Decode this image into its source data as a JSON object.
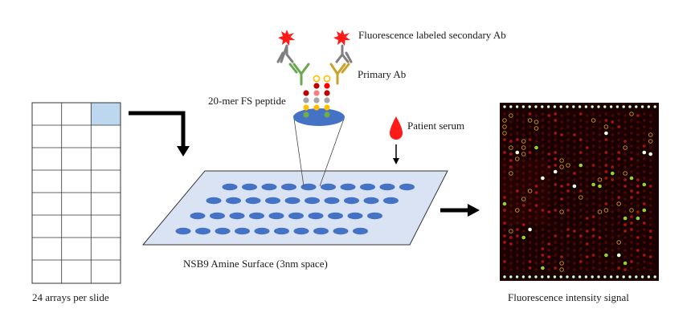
{
  "labels": {
    "arrays_per_slide": "24 arrays per slide",
    "secondary_ab": "Fluorescence labeled secondary Ab",
    "primary_ab": "Primary Ab",
    "peptide": "20-mer FS peptide",
    "patient_serum": "Patient serum",
    "surface": "NSB9 Amine Surface (3nm space)",
    "signal": "Fluorescence intensity signal"
  },
  "slide_grid": {
    "columns": 3,
    "rows": 8,
    "highlighted_cell": "top-right"
  },
  "colors": {
    "highlight_cell": "#bdd7ee",
    "spot": "#4472c4",
    "surface_fill": "#dae3f3",
    "star": "#ff1a1a",
    "serum_drop": "#ff1a1a",
    "primary_ab": "#6aa84f",
    "secondary_ab": "#7f7f7f",
    "primary_ab_right": "#c9a227",
    "microarray_bg": "#1a0000"
  }
}
